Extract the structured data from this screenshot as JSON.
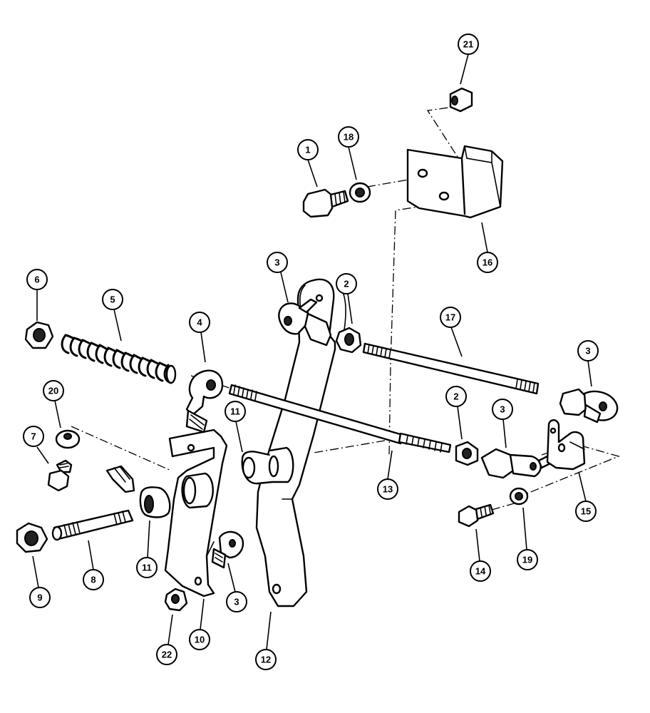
{
  "callouts": [
    {
      "id": "c1",
      "label": "1"
    },
    {
      "id": "c18",
      "label": "18"
    },
    {
      "id": "c21",
      "label": "21"
    },
    {
      "id": "c16",
      "label": "16"
    },
    {
      "id": "c3a",
      "label": "3"
    },
    {
      "id": "c2a",
      "label": "2"
    },
    {
      "id": "c17",
      "label": "17"
    },
    {
      "id": "c6",
      "label": "6"
    },
    {
      "id": "c5",
      "label": "5"
    },
    {
      "id": "c4",
      "label": "4"
    },
    {
      "id": "c3b",
      "label": "3"
    },
    {
      "id": "c20",
      "label": "20"
    },
    {
      "id": "c11a",
      "label": "11"
    },
    {
      "id": "c2b",
      "label": "2"
    },
    {
      "id": "c3c",
      "label": "3"
    },
    {
      "id": "c7",
      "label": "7"
    },
    {
      "id": "c13",
      "label": "13"
    },
    {
      "id": "c15",
      "label": "15"
    },
    {
      "id": "c9",
      "label": "9"
    },
    {
      "id": "c8",
      "label": "8"
    },
    {
      "id": "c11b",
      "label": "11"
    },
    {
      "id": "c3d",
      "label": "3"
    },
    {
      "id": "c14",
      "label": "14"
    },
    {
      "id": "c19",
      "label": "19"
    },
    {
      "id": "c22",
      "label": "22"
    },
    {
      "id": "c10",
      "label": "10"
    },
    {
      "id": "c12",
      "label": "12"
    }
  ]
}
